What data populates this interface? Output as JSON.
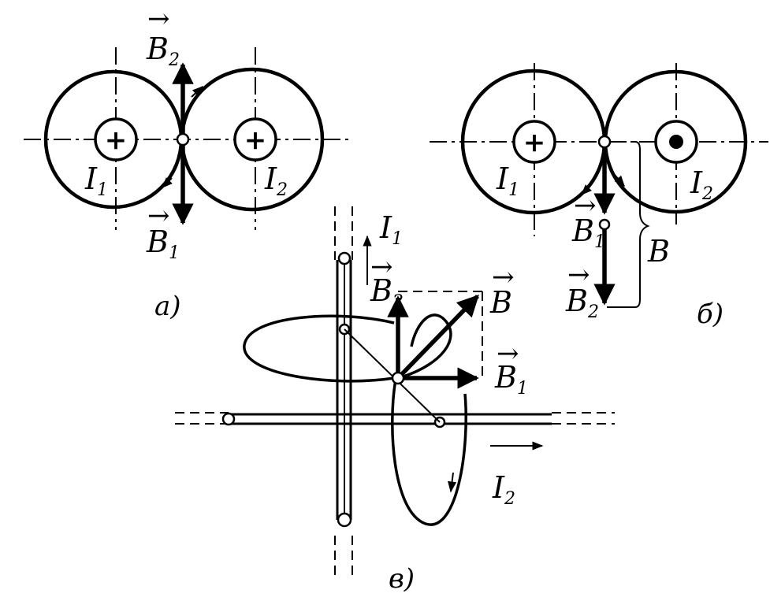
{
  "panel_a": {
    "caption": "a)",
    "current_1": {
      "letter": "I",
      "sub": "1",
      "direction_symbol": "+"
    },
    "current_2": {
      "letter": "I",
      "sub": "2",
      "direction_symbol": "+"
    },
    "field_1": {
      "letter": "B",
      "sub": "1",
      "arrow": "→"
    },
    "field_2": {
      "letter": "B",
      "sub": "2",
      "arrow": "→"
    }
  },
  "panel_b": {
    "caption": "б)",
    "current_1": {
      "letter": "I",
      "sub": "1",
      "direction_symbol": "+"
    },
    "current_2": {
      "letter": "I",
      "sub": "2",
      "direction_symbol": "dot"
    },
    "field_1": {
      "letter": "B",
      "sub": "1",
      "arrow": "→"
    },
    "field_2": {
      "letter": "B",
      "sub": "2",
      "arrow": "→"
    },
    "resultant": {
      "letter": "B"
    }
  },
  "panel_c": {
    "caption": "в)",
    "current_1": {
      "letter": "I",
      "sub": "1"
    },
    "current_2": {
      "letter": "I",
      "sub": "2"
    },
    "field_1": {
      "letter": "B",
      "sub": "1",
      "arrow": "→"
    },
    "field_2": {
      "letter": "B",
      "sub": "2",
      "arrow": "→"
    },
    "resultant": {
      "letter": "B",
      "arrow": "→"
    }
  },
  "colors": {
    "ink": "#000000",
    "paper": "#ffffff"
  }
}
